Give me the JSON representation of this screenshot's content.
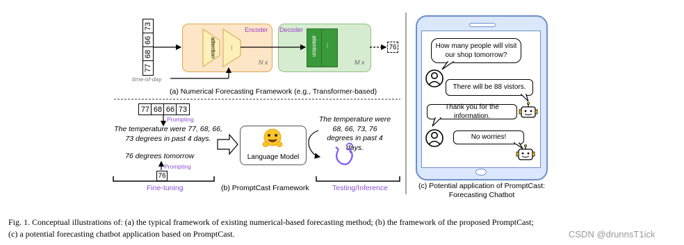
{
  "panel_a": {
    "input_values": [
      "77",
      "68",
      "66",
      "73"
    ],
    "time_of_day": "time-of-day",
    "encoder_label": "Encoder",
    "decoder_label": "Decoder",
    "attention": "attention",
    "dots": "...",
    "nx": "N x",
    "mx": "M x",
    "output_value": "76",
    "caption": "(a) Numerical Forecasting Framework (e.g., Transformer-based)"
  },
  "panel_b": {
    "input_values": [
      "77",
      "68",
      "66",
      "73"
    ],
    "prompting": "Prompting",
    "input_text": "The temperature were 77, 68, 66, 73 degrees in past 4 days.",
    "output_text": "76 degrees tomorrow",
    "prompting2": "Prompting",
    "output_value": "76",
    "model_label": "Language Model",
    "right_text": "The temperature were 68, 66, 73, 76 degrees in past 4 days.",
    "fine_tuning": "Fine-tuning",
    "testing": "Testing/Inference",
    "caption": "(b) PromptCast Framework"
  },
  "panel_c": {
    "messages": [
      {
        "text": "How many people will visit our shop tomorrow?",
        "from": "user"
      },
      {
        "text": "There will be 88 vistors.",
        "from": "bot"
      },
      {
        "text": "Thank you for the information.",
        "from": "user"
      },
      {
        "text": "No worries!",
        "from": "bot"
      }
    ],
    "caption_line1": "(c) Potential application of PromptCast:",
    "caption_line2": "Forecasting Chatbot"
  },
  "figure_caption": {
    "line1": "Fig. 1.  Conceptual illustrations of: (a) the typical framework of existing numerical-based forecasting method; (b) the framework of the proposed PromptCast;",
    "line2": "(c) a potential forecasting chatbot application based on PromptCast."
  },
  "watermark": "CSDN @drunnsT1ick",
  "colors": {
    "encoder_fill": "#fde6c7",
    "encoder_border": "#e3a44c",
    "decoder_fill": "#d6ecd0",
    "decoder_border": "#8fbf83",
    "attention_green": "#3a9a3a",
    "attention_yellow": "#fdf0b8",
    "purple": "#9b3ec8",
    "prompt_purple": "#8a4fd0",
    "phone_fill": "#dbe7fb",
    "phone_border": "#6d8ec9"
  }
}
